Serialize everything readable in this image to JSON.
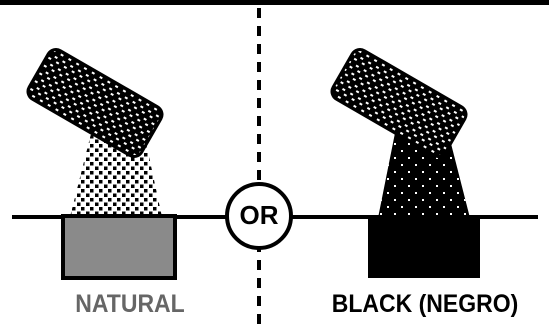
{
  "options": {
    "left": {
      "label": "NATURAL",
      "color": "#666666"
    },
    "right": {
      "label": "BLACK (NEGRO)",
      "color": "#000000"
    }
  },
  "separator": {
    "text": "OR"
  },
  "colors": {
    "top_border": "#000000",
    "natural_fill": "#8a8a8a",
    "black_fill": "#000000",
    "background": "#ffffff"
  }
}
